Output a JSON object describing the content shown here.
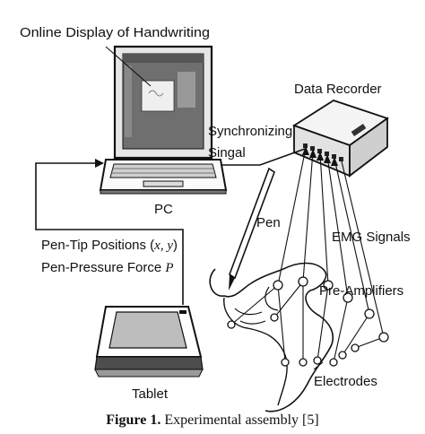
{
  "labels": {
    "online_display": "Online Display of Handwriting",
    "data_recorder": "Data Recorder",
    "synchronizing_line1": "Synchronizing",
    "synchronizing_line2": "Singal",
    "pc": "PC",
    "pen": "Pen",
    "emg_signals": "EMG Signals",
    "pen_tip_prefix": "Pen-Tip Positions (",
    "pen_tip_vars": "x, y",
    "pen_tip_suffix": ")",
    "pen_pressure_prefix": "Pen-Pressure Force ",
    "pen_pressure_var": "P",
    "pre_amplifiers": "Pre-Amplifiers",
    "electrodes": "Electrodes",
    "tablet": "Tablet"
  },
  "caption": {
    "bold": "Figure 1.",
    "text": " Experimental assembly [5]"
  }
}
